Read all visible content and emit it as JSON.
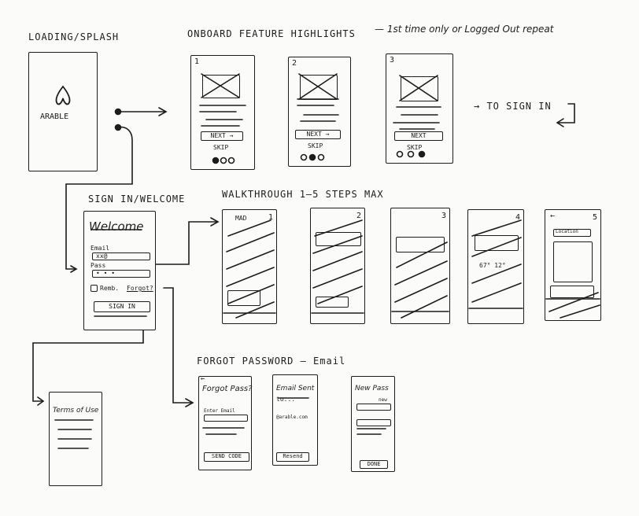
{
  "titles": {
    "loading": "LOADING/SPLASH",
    "onboard": "ONBOARD FEATURE HIGHLIGHTS",
    "onboard_note": "— 1st time only or Logged Out repeat",
    "to_sign_in": "→ TO SIGN IN",
    "sign_in": "SIGN IN/WELCOME",
    "walkthrough": "WALKTHROUGH 1–5 STEPS MAX",
    "forgot": "FORGOT PASSWORD – Email"
  },
  "splash": {
    "logo_text": "ARABLE"
  },
  "onboard_screens": [
    {
      "number": "1",
      "button": "NEXT →",
      "skip": "SKIP"
    },
    {
      "number": "2",
      "button": "NEXT →",
      "skip": "SKIP"
    },
    {
      "number": "3",
      "button": "NEXT",
      "skip": "SKIP"
    }
  ],
  "welcome": {
    "heading": "Welcome",
    "email_label": "Email",
    "email_value": "xx@",
    "pass_label": "Pass",
    "pass_value": "• • •",
    "remember": "Remb.",
    "forgot": "Forgot?",
    "signin": "SIGN IN"
  },
  "walk_screens": [
    {
      "number": "1",
      "tag": "MAD"
    },
    {
      "number": "2",
      "tag": ""
    },
    {
      "number": "3",
      "tag": ""
    },
    {
      "number": "4",
      "tag": "67°  12°"
    },
    {
      "number": "5",
      "tag": "Location"
    }
  ],
  "terms": {
    "title": "Terms of Use"
  },
  "forgot_screens": {
    "forgot_title": "Forgot Pass?",
    "enter_email": "Enter Email",
    "send_btn": "SEND CODE",
    "sent_title": "Email Sent",
    "sent_to": "to...",
    "sent_addr": "@arable.com",
    "resend_btn": "Resend",
    "newpass_title": "New Pass",
    "new_label": "new",
    "done_btn": "DONE"
  }
}
